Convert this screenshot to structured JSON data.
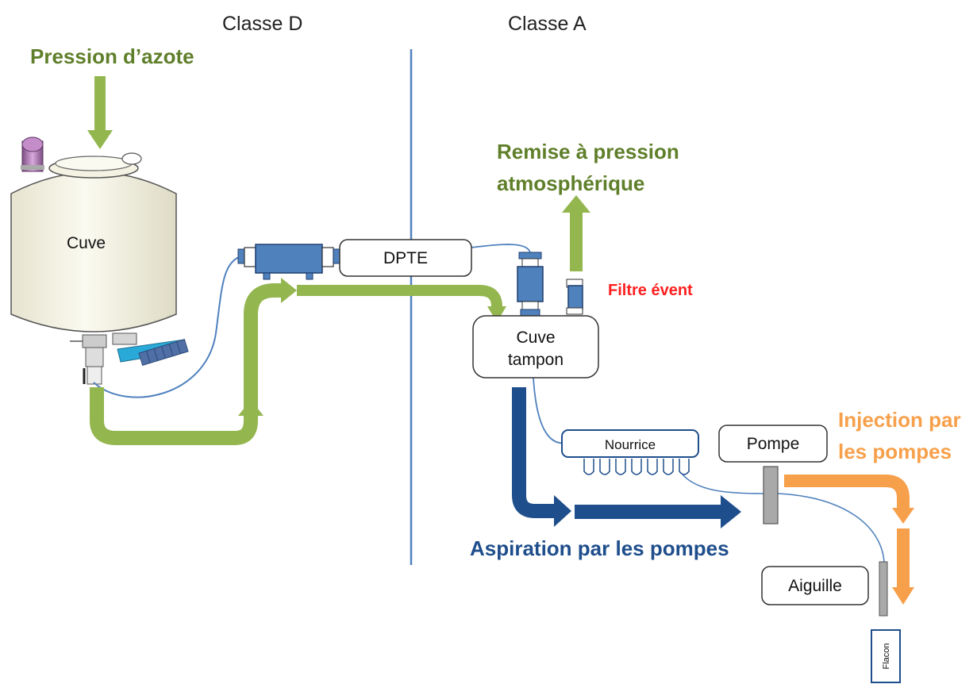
{
  "zones": {
    "left": "Classe D",
    "right": "Classe A"
  },
  "flows": {
    "nitrogen": "Pression d’azote",
    "vent_line1": "Remise à pression",
    "vent_line2": "atmosphérique",
    "injection_line1": "Injection par",
    "injection_line2": "les pompes",
    "aspiration": "Aspiration par les pompes"
  },
  "components": {
    "tank": "Cuve",
    "dpte": "DPTE",
    "buffer_line1": "Cuve",
    "buffer_line2": "tampon",
    "vent_filter": "Filtre évent",
    "manifold": "Nourrice",
    "pump": "Pompe",
    "needle": "Aiguille",
    "vial": "Flacon"
  },
  "colors": {
    "green_flow": "#94b64f",
    "green_text": "#5f7f2a",
    "blue_flow": "#1f4e8c",
    "orange_flow": "#f7a04b",
    "divider": "#4f81bd",
    "red_text": "#ff1f1f",
    "equipment_blue": "#4f81bd"
  }
}
